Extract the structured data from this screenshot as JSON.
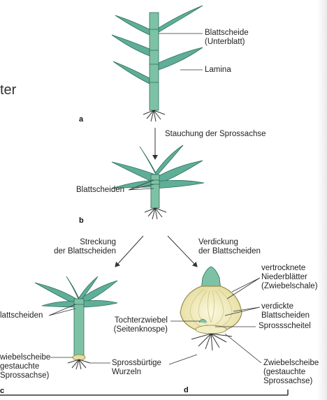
{
  "colors": {
    "leaf": "#5fae98",
    "leaf_dark": "#2d6e5d",
    "stem": "#7ec2a6",
    "bulb": "#f3efc4",
    "bulb_lines": "#cfc58c",
    "root": "#333333",
    "line": "#333333"
  },
  "fragment": "ter",
  "panels": {
    "a": "a",
    "b": "b",
    "c": "c",
    "d": "d"
  },
  "labels": {
    "blattscheide": [
      "Blattscheide",
      "(Unterblatt)"
    ],
    "lamina": "Lamina",
    "stauchung": "Stauchung der Sprossachse",
    "blattscheiden_b": "Blattscheiden",
    "streckung": [
      "Streckung",
      "der Blattscheiden"
    ],
    "verdickung": [
      "Verdickung",
      "der Blattscheiden"
    ],
    "blattscheiden_c": "lattscheiden",
    "zwiebelscheibe_c": [
      "wiebelscheibe",
      "gestauchte",
      "Sprossachse)"
    ],
    "sprossbuertige": [
      "Sprossbürtige",
      "Wurzeln"
    ],
    "vertrocknete": [
      "vertrocknete",
      "Niederblätter",
      "(Zwiebelschale)"
    ],
    "verdickte": [
      "verdickte",
      "Blattscheiden"
    ],
    "sprossscheitel": "Sprossscheitel",
    "tochterzwiebel": [
      "Tochterzwiebel",
      "(Seitenknospe)"
    ],
    "zwiebelscheibe_d": [
      "Zwiebelscheibe",
      "(gestauchte",
      "Sprossachse)"
    ]
  }
}
